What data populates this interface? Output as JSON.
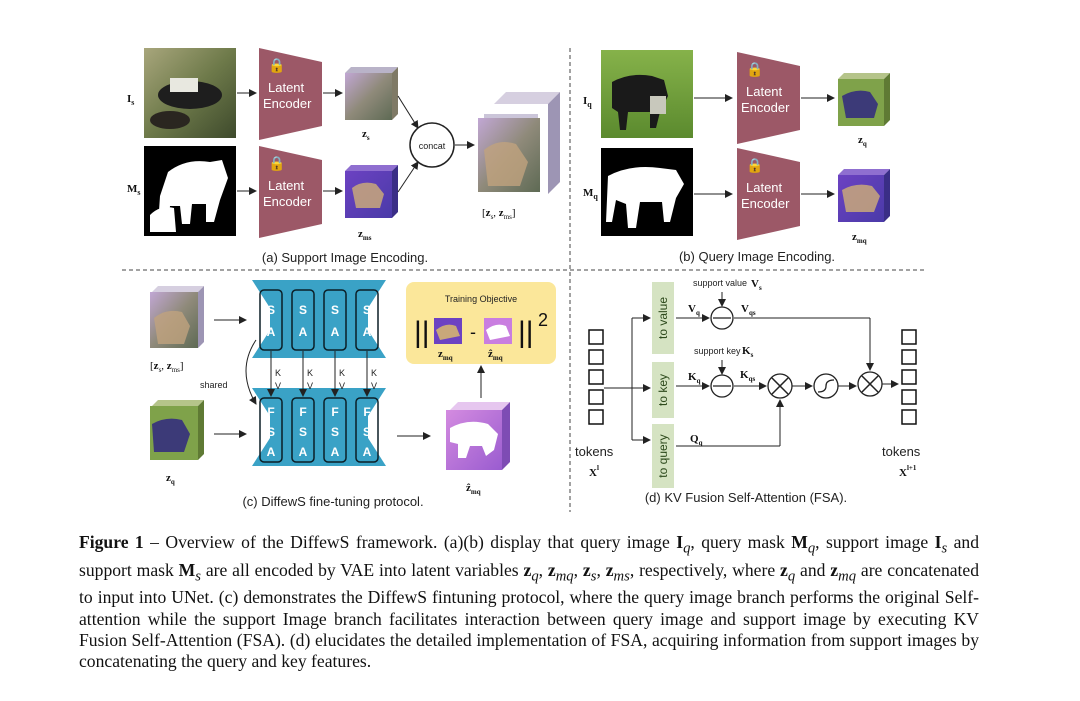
{
  "panels": {
    "a": {
      "caption": "(a) Support Image Encoding.",
      "input_top": "I",
      "input_top_sub": "s",
      "input_bottom": "M",
      "input_bottom_sub": "s",
      "encoder_line1": "Latent",
      "encoder_line2": "Encoder",
      "latent_top": "z",
      "latent_top_sub": "s",
      "latent_bottom": "z",
      "latent_bottom_sub": "ms",
      "concat": "concat",
      "concat_result": "[z",
      "concat_result_rest": "s, zms]"
    },
    "b": {
      "caption": "(b) Query Image Encoding.",
      "input_top": "I",
      "input_top_sub": "q",
      "input_bottom": "M",
      "input_bottom_sub": "q",
      "encoder_line1": "Latent",
      "encoder_line2": "Encoder",
      "latent_top": "z",
      "latent_top_sub": "q",
      "latent_bottom": "z",
      "latent_bottom_sub": "mq"
    },
    "c": {
      "caption": "(c) DiffewS fine-tuning protocol.",
      "input_top_label": "[zs, zms]",
      "input_bottom_label": "zq",
      "shared": "shared",
      "sa_blocks": [
        "S",
        "A"
      ],
      "fsa_blocks": [
        "F",
        "S",
        "A"
      ],
      "kv_k": "K",
      "kv_v": "V",
      "training_objective": "Training Objective",
      "obj_z": "zmq",
      "obj_zhat": "ẑmq",
      "obj_minus": "-",
      "obj_power": "2",
      "output_label": "ẑmq"
    },
    "d": {
      "caption": "(d) KV Fusion Self-Attention (FSA).",
      "to_value": "to value",
      "to_key": "to key",
      "to_query": "to query",
      "support_value": "support value",
      "support_value_sym": "Vs",
      "support_key": "support key",
      "support_key_sym": "Ks",
      "vq": "Vq",
      "vqs": "Vqs",
      "kq": "Kq",
      "kqs": "Kqs",
      "qq": "Qq",
      "tokens_in": "tokens",
      "tokens_in_sym": "Xl",
      "tokens_out": "tokens",
      "tokens_out_sym": "Xl+1"
    }
  },
  "colors": {
    "encoder": "#9c5867",
    "block_sa": "#3aa2c6",
    "objective_box": "#fbe79a",
    "green_box": "#d5e3c2",
    "mask_purple": "#5a3fb8"
  }
}
